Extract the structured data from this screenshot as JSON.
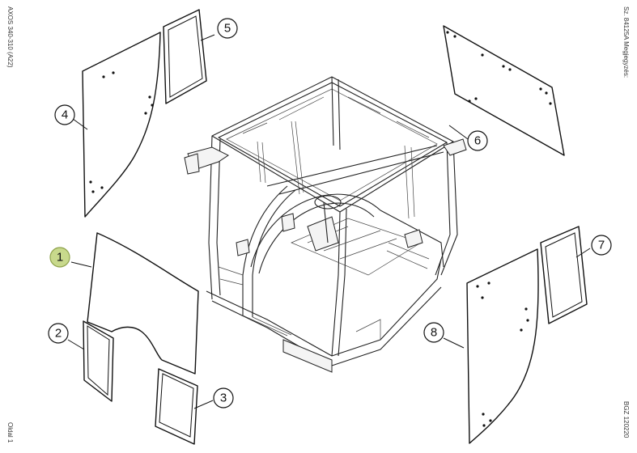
{
  "side_labels": {
    "top_left": "AXOS 340-310 (A22)",
    "bottom_left": "Oldal 1",
    "top_right": "Sz. 84125A  Megjegyzés:",
    "bottom_right": "BGZ 120220"
  },
  "callouts": [
    {
      "id": "1",
      "label": "1",
      "highlighted": true
    },
    {
      "id": "2",
      "label": "2",
      "highlighted": false
    },
    {
      "id": "3",
      "label": "3",
      "highlighted": false
    },
    {
      "id": "4",
      "label": "4",
      "highlighted": false
    },
    {
      "id": "5",
      "label": "5",
      "highlighted": false
    },
    {
      "id": "6",
      "label": "6",
      "highlighted": false
    },
    {
      "id": "7",
      "label": "7",
      "highlighted": false
    },
    {
      "id": "8",
      "label": "8",
      "highlighted": false
    }
  ],
  "colors": {
    "highlight_fill": "#c8d98c",
    "line": "#111111",
    "background": "#ffffff"
  }
}
